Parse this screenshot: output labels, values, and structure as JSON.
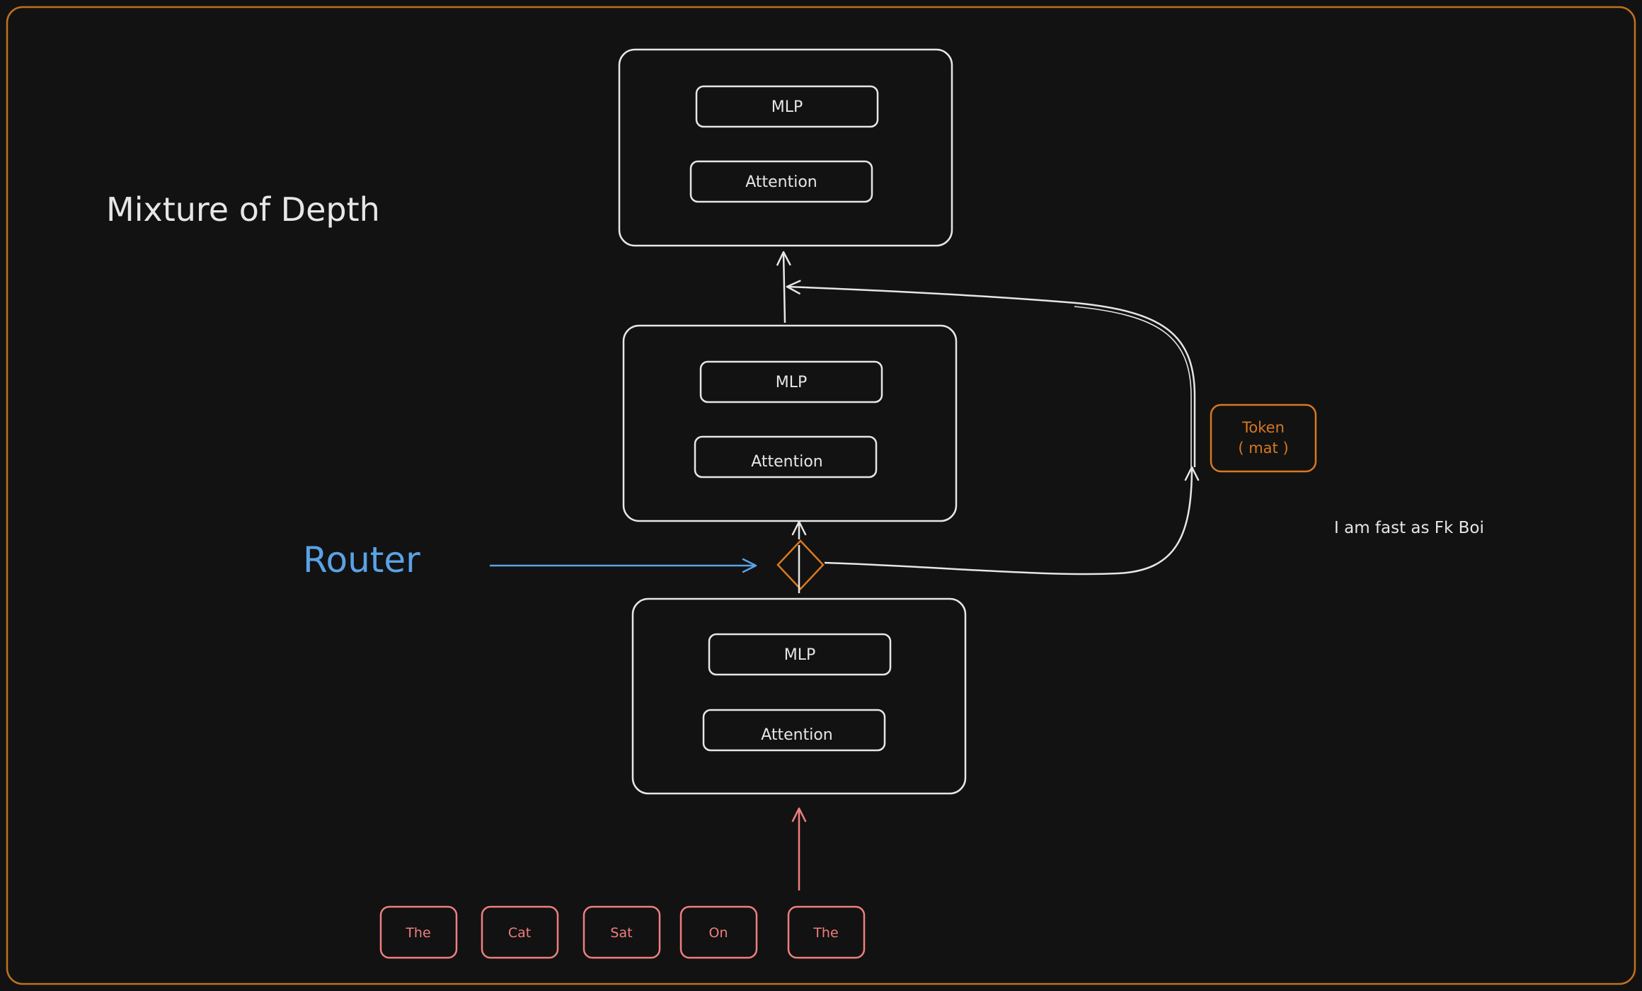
{
  "title": "Mixture of Depth",
  "router_label": "Router",
  "note": "I am fast as Fk Boi",
  "token_box": {
    "line1": "Token",
    "line2": "( mat )"
  },
  "blocks": [
    {
      "mlp": "MLP",
      "attention": "Attention"
    },
    {
      "mlp": "MLP",
      "attention": "Attention"
    },
    {
      "mlp": "MLP",
      "attention": "Attention"
    }
  ],
  "input_tokens": [
    "The",
    "Cat",
    "Sat",
    "On",
    "The"
  ],
  "colors": {
    "background": "#121212",
    "frame": "#c0701e",
    "stroke": "#e6e6e6",
    "router": "#5aa2e6",
    "token_box": "#d9781f",
    "input_token": "#ef7f7f"
  }
}
